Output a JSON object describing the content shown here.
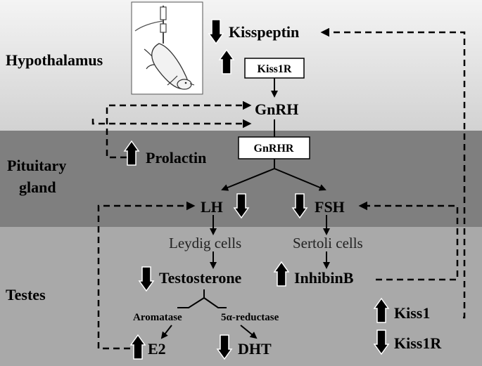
{
  "regions": {
    "hypothalamus": "Hypothalamus",
    "pituitary_line1": "Pituitary",
    "pituitary_line2": "gland",
    "testes": "Testes"
  },
  "nodes": {
    "kisspeptin": "Kisspeptin",
    "kiss1r_receptor": "Kiss1R",
    "gnrh": "GnRH",
    "gnrhr_receptor": "GnRHR",
    "prolactin": "Prolactin",
    "lh": "LH",
    "fsh": "FSH",
    "leydig": "Leydig cells",
    "sertoli": "Sertoli cells",
    "testosterone": "Testosterone",
    "inhibinb": "InhibinB",
    "aromatase": "Aromatase",
    "reductase": "5α-reductase",
    "e2": "E2",
    "dht": "DHT",
    "kiss1_testes": "Kiss1",
    "kiss1r_testes": "Kiss1R"
  },
  "changes": {
    "kisspeptin": "down",
    "kiss1r_hypothalamus": "up",
    "prolactin": "up",
    "lh": "down",
    "fsh": "down",
    "testosterone": "down",
    "inhibinb": "up",
    "e2": "up",
    "dht": "down",
    "kiss1_testes": "up",
    "kiss1r_testes": "down"
  },
  "colors": {
    "hypothalamus_band": "#e3e3e3",
    "pituitary_band": "#7f7f7f",
    "testes_band": "#a9a9a9",
    "arrow_fill": "#000000",
    "arrow_stroke": "#ffffff"
  }
}
